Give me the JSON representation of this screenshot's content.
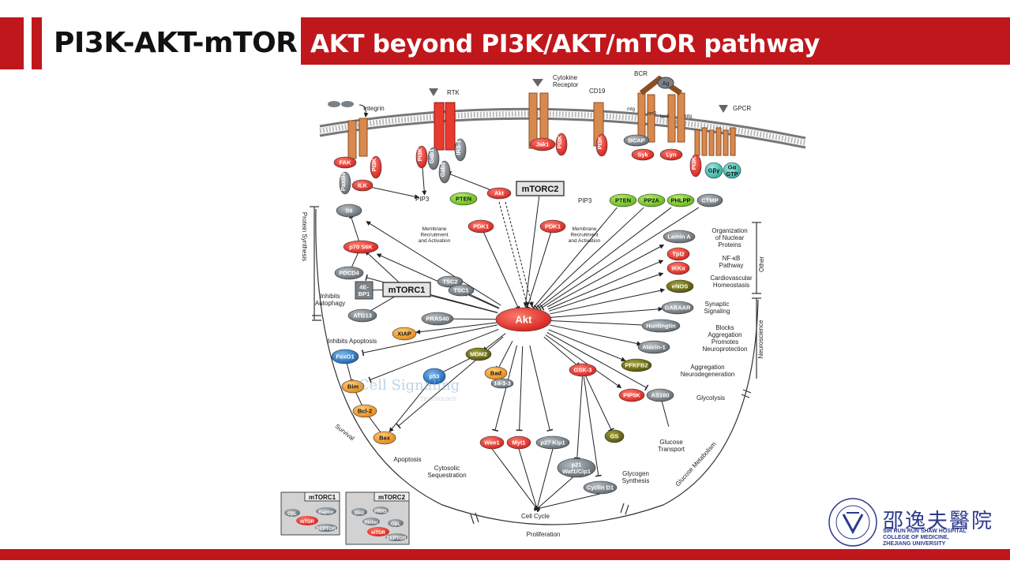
{
  "slide": {
    "title": "PI3K-AKT-mTOR",
    "banner": "AKT beyond PI3K/AKT/mTOR pathway"
  },
  "logo": {
    "chinese": "邵逸夫醫院",
    "line1": "SIR RUN RUN SHAW HOSPITAL",
    "line2": "COLLEGE OF MEDICINE,",
    "line3": "ZHEJIANG UNIVERSITY"
  },
  "colors": {
    "brand_red": "#c0171c",
    "node_red": "#e8332f",
    "node_gray": "#7a8288",
    "node_green": "#7fd321",
    "node_teal": "#3fbfb0",
    "node_orange": "#f39a1e",
    "node_blue": "#1f73c8",
    "node_olive": "#6b6b10",
    "receptor": "#d9894e"
  },
  "receptors": {
    "integrin": "Integrin",
    "rtk": "RTK",
    "cytokine": "Cytokine\nReceptor",
    "cd19": "CD19",
    "bcr": "BCR",
    "gpcr": "GPCR",
    "ag": "Ag",
    "mig1": "mIg",
    "mig2": "mIg",
    "iga": "Igα/β",
    "igb": "Igα/β"
  },
  "nodes": {
    "akt": "Akt",
    "mtorc1": "mTORC1",
    "mtorc2": "mTORC2",
    "fak": "FAK",
    "pi3k1": "PI3K",
    "paxillin": "Paxillin",
    "ilk": "ILK",
    "pi3k2": "PI3K",
    "gab1": "Gab1",
    "gab2": "Gab2",
    "irs1": "IRS-1",
    "akt2": "Akt",
    "jak1": "Jak1",
    "pi3k3": "PI3K",
    "pi3k4": "PI3K",
    "bcap": "BCAP",
    "syk": "Syk",
    "lyn": "Lyn",
    "pi3k5": "PI3K",
    "gby": "Gβγ",
    "gagtp": "Gα\nGTP",
    "pten1": "PTEN",
    "pten2": "PTEN",
    "pp2a": "PP2A",
    "phlpp": "PHLPP",
    "ctmp": "CTMP",
    "pdk1a": "PDK1",
    "pdk1b": "PDK1",
    "s6": "S6",
    "p70s6k": "p70 S6K",
    "pdcd4": "PDCD4",
    "4ebp1": "4E-\nBP1",
    "atg13": "ATG13",
    "tsc2": "TSC2",
    "tsc1": "TSC1",
    "pras40": "PRAS40",
    "xiap": "XIAP",
    "foxo1": "FoxO1",
    "bim": "Bim",
    "bcl2": "Bcl-2",
    "bax": "Bax",
    "mdm2": "MDM2",
    "p53": "p53",
    "bad": "Bad",
    "1433": "14-3-3",
    "wee1": "Wee1",
    "myt1": "Myt1",
    "p27": "p27 Kip1",
    "p21": "p21\nWaf1/Cip1",
    "cyclind1": "Cyclin D1",
    "gsk3": "GSK-3",
    "gs": "GS",
    "pip5k": "PIP5K",
    "as160": "AS160",
    "pfkfb2": "PFKFB2",
    "ataxin1": "Ataxin-1",
    "huntingtin": "Huntingtin",
    "gabaar": "GABAAR",
    "enos": "eNOS",
    "ikka": "IKKα",
    "tpl2": "Tpl2",
    "laminA": "Lamin A"
  },
  "labels": {
    "pip3a": "PIP3",
    "pip3b": "PIP3",
    "memb1": "Membrane\nRecruitment\nand Activation",
    "memb2": "Membrane\nRecruitment\nand Activation",
    "protein_synthesis": "Protein Synthesis",
    "inhibits_autophagy": "Inhibits\nAutophagy",
    "inhibits_apoptosis": "Inhibits Apoptosis",
    "apoptosis": "Apoptosis",
    "cytosolic": "Cytosolic\nSequestration",
    "cell_cycle": "Cell Cycle",
    "proliferation": "Proliferation",
    "survival": "Survival",
    "glycogen": "Glycogen\nSynthesis",
    "glucose_transport": "Glucose\nTransport",
    "glycolysis": "Glycolysis",
    "glucose_metabolism": "Glucose Metabolism",
    "aggregation": "Aggregation\nNeurodegeneration",
    "blocks": "Blocks\nAggregation\nPromotes\nNeuroprotection",
    "synaptic": "Synaptic\nSignaling",
    "neuroscience": "Neuroscience",
    "cardio": "Cardiovascular\nHomeostasis",
    "nfkb": "NF-κB\nPathway",
    "organization": "Organization\nof Nuclear\nProteins",
    "other": "Other",
    "watermark": "Cell Signaling",
    "watermark2": "TECHNOLOGY"
  },
  "insets": {
    "mtorc1_title": "mTORC1",
    "mtorc2_title": "mTORC2",
    "c1": {
      "gbl": "GβL",
      "raptor": "Raptor",
      "mtor": "mTOR",
      "deptor": "DEPTOR"
    },
    "c2": {
      "sin1": "Sin1",
      "prr5": "PRR5",
      "rictor": "Rictor",
      "gbl": "GβL",
      "mtor": "mTOR",
      "deptor": "DEPTOR"
    }
  }
}
